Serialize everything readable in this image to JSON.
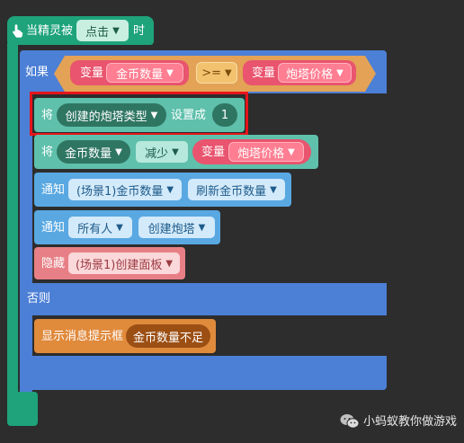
{
  "event_block": {
    "label": "当精灵被",
    "dropdown_value": "点击",
    "suffix": "时",
    "icon": "pointer-hand-icon"
  },
  "if_block": {
    "if_label": "如果",
    "else_label": "否则",
    "condition": {
      "left_prefix": "变量",
      "left_var": "金币数量",
      "operator": ">=",
      "right_prefix": "变量",
      "right_var": "炮塔价格"
    }
  },
  "set_block": {
    "prefix": "将",
    "variable": "创建的炮塔类型",
    "middle": "设置成",
    "value": "1"
  },
  "reduce_block": {
    "prefix": "将",
    "variable": "金币数量",
    "operation": "减少",
    "value_prefix": "变量",
    "value_var": "炮塔价格"
  },
  "notify_blocks": [
    {
      "label": "通知",
      "target": "(场景1)金币数量",
      "message": "刷新金币数量"
    },
    {
      "label": "通知",
      "target": "所有人",
      "message": "创建炮塔"
    }
  ],
  "hide_block": {
    "label": "隐藏",
    "target": "(场景1)创建面板"
  },
  "message_block": {
    "label": "显示消息提示框",
    "value": "金币数量不足"
  },
  "watermark": {
    "text": "小蚂蚁教你做游戏",
    "icon": "wechat-icon"
  },
  "colors": {
    "event": "#1ea37b",
    "control": "#4c7fd6",
    "condition": "#e3a256",
    "variable": "#e9546e",
    "set": "#5fc0ac",
    "notify": "#59a8e2",
    "hide": "#e78086",
    "message": "#e08a3c",
    "selection": "#e6141b"
  }
}
